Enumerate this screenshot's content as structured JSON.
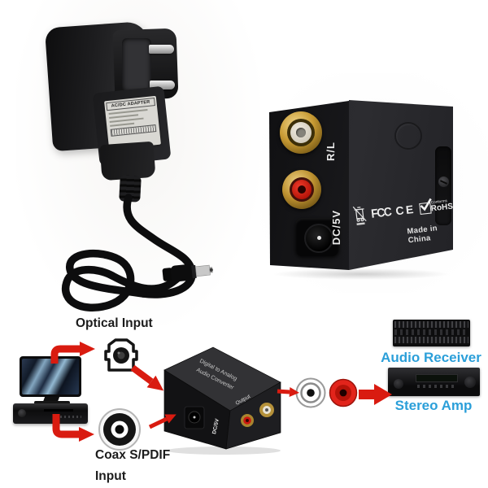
{
  "adapter": {
    "label_title": "AC/DC ADAPTER"
  },
  "converter": {
    "port_rl_label": "R/L",
    "port_dc_label": "DC/5V",
    "cert_fcc": "FCC",
    "cert_ce": "CE",
    "rohs_conforms": "Conforms",
    "rohs": "RoHS",
    "made_in": "Made in China"
  },
  "diagram": {
    "optical_input_label": "Optical Input",
    "coax_input_label_line1": "Coax S/PDIF",
    "coax_input_label_line2": "Input",
    "converter_top_label_line1": "Digital to Analog",
    "converter_top_label_line2": "Audio Converter",
    "converter_output_label": "Output",
    "converter_dc_label": "DC/5V",
    "audio_receiver_label": "Audio Receiver",
    "stereo_amp_label": "Stereo Amp"
  },
  "colors": {
    "background": "#ffffff",
    "arrow_red": "#d91b10",
    "device_label_blue": "#2b9fd9",
    "rca_red": "#cc1810",
    "rca_gold": "#b8912f"
  },
  "icons": {
    "optical_connector_icon": "toslink square connector",
    "coax_connector_icon": "concentric RCA rings",
    "weee_icon": "crossed-out wheelie bin",
    "rohs_check_icon": "checkmark box"
  }
}
